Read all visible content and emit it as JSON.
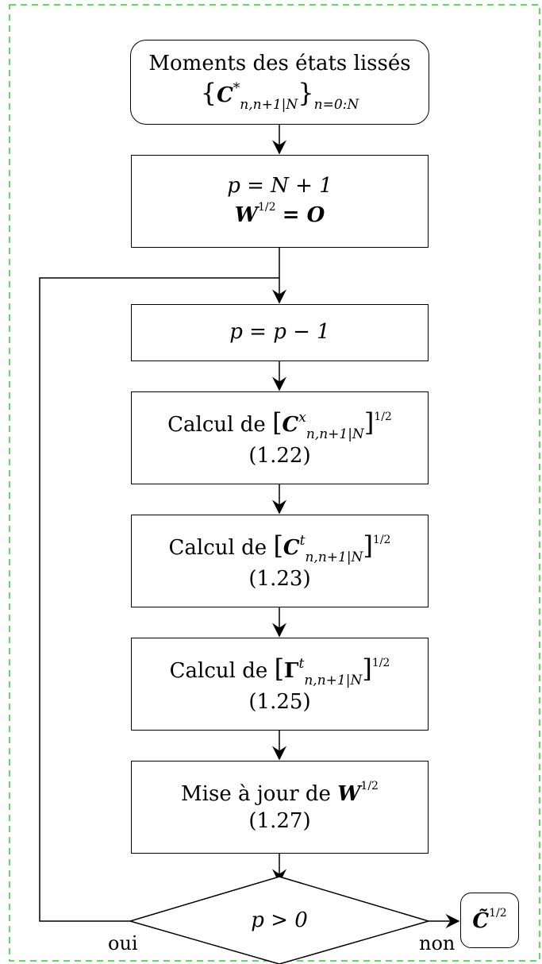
{
  "nodes": {
    "start": {
      "title": "Moments des états lissés",
      "sym": "C",
      "sup": "*",
      "sub": "n,n+1|N",
      "range": "n=0:N"
    },
    "init": {
      "line1": "p = N + 1",
      "sym": "W",
      "half": "1/2",
      "rhs": "= O"
    },
    "decrement": {
      "text": "p = p − 1"
    },
    "calc_cx": {
      "prefix": "Calcul de",
      "sym": "C",
      "sup": "x",
      "sub": "n,n+1|N",
      "half": "1/2",
      "ref": "(1.22)"
    },
    "calc_ct": {
      "prefix": "Calcul de",
      "sym": "C",
      "sup": "t",
      "sub": "n,n+1|N",
      "half": "1/2",
      "ref": "(1.23)"
    },
    "calc_gamma": {
      "prefix": "Calcul de",
      "sym": "Γ",
      "sup": "t",
      "sub": "n,n+1|N",
      "half": "1/2",
      "ref": "(1.25)"
    },
    "update_w": {
      "prefix": "Mise à jour de",
      "sym": "W",
      "half": "1/2",
      "ref": "(1.27)"
    },
    "decision": {
      "text": "p > 0"
    },
    "output": {
      "sym": "C̃",
      "half": "1/2"
    }
  },
  "labels": {
    "yes": "oui",
    "no": "non"
  },
  "colors": {
    "outer_border": "#33cc33",
    "line": "#000000"
  }
}
